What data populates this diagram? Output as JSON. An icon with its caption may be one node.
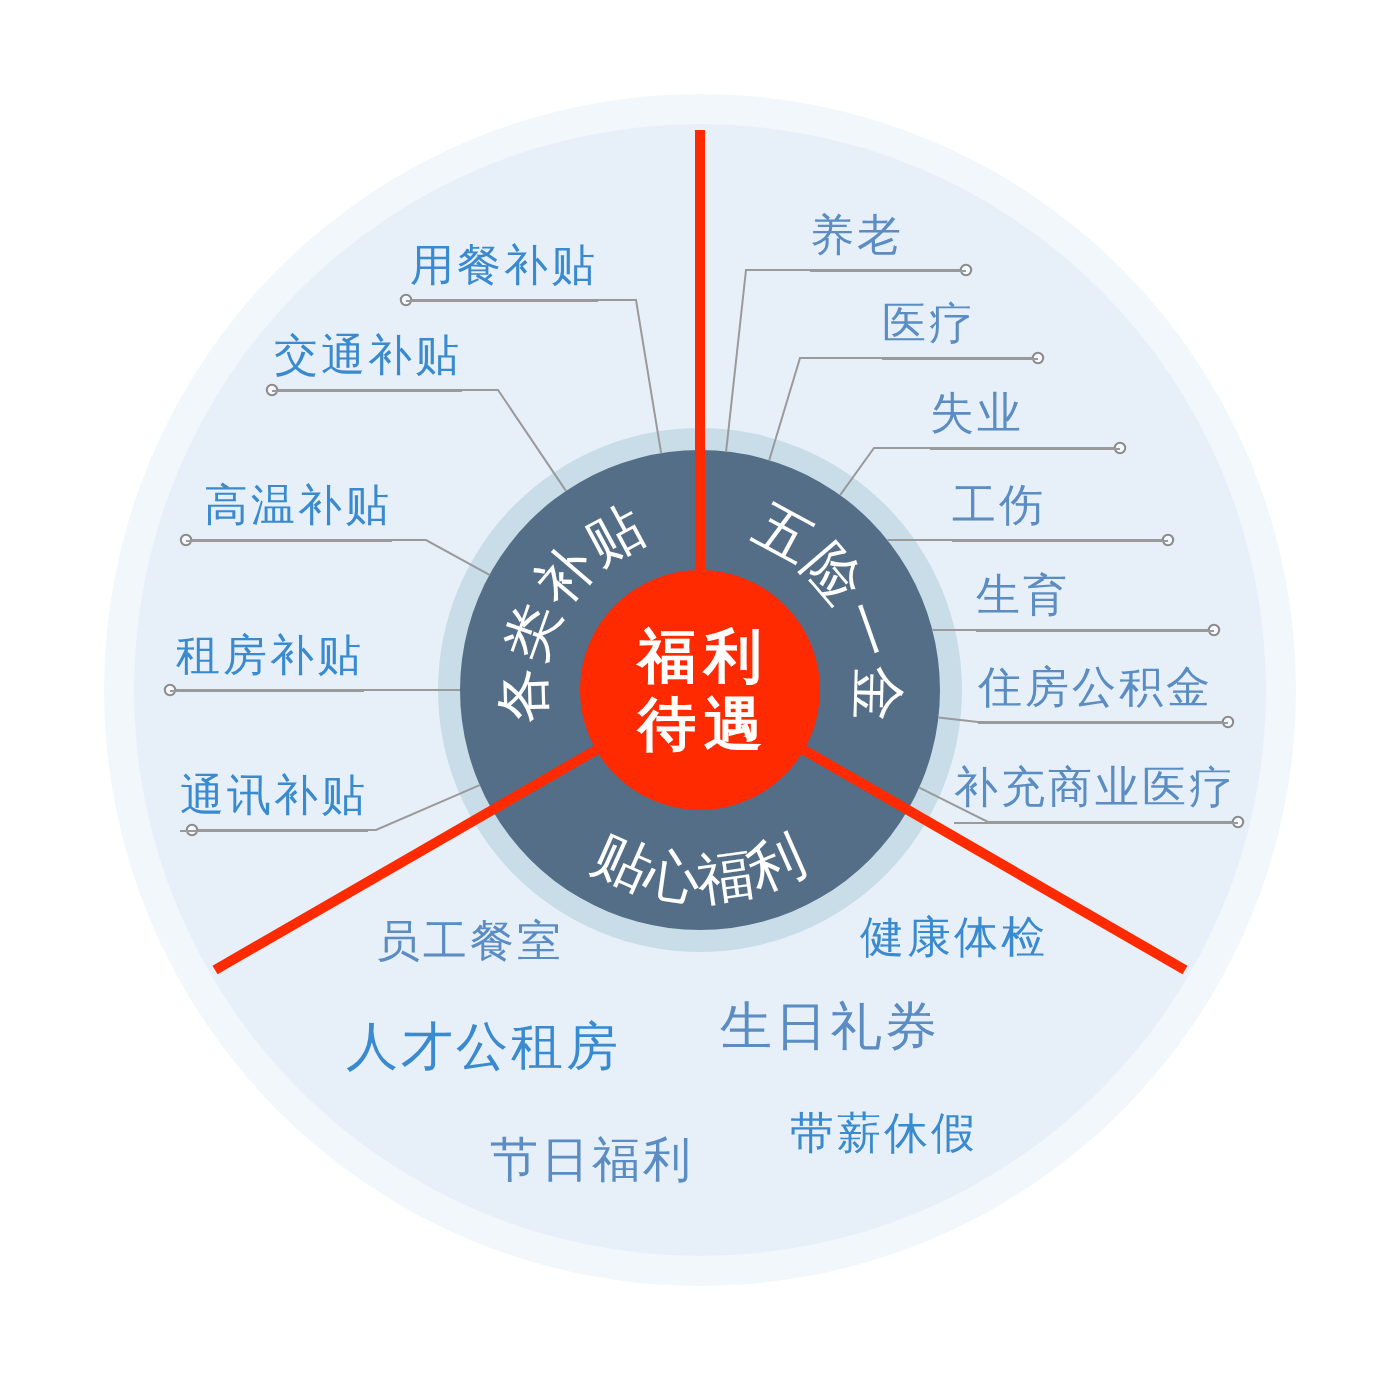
{
  "diagram": {
    "nodes": [
      {
        "text": [
          "福利待遇"
        ]
      },
      {
        "text": [
          "各类补贴"
        ]
      },
      {
        "text": [
          "五险一金"
        ]
      },
      {
        "text": [
          "贴心福利"
        ]
      },
      {
        "text": [
          "用餐补贴"
        ]
      },
      {
        "text": [
          "交通补贴"
        ]
      },
      {
        "text": [
          "高温补贴"
        ]
      },
      {
        "text": [
          "租房补贴"
        ]
      },
      {
        "text": [
          "通讯补贴"
        ]
      },
      {
        "text": [
          "养老"
        ]
      },
      {
        "text": [
          "医疗"
        ]
      },
      {
        "text": [
          "失业"
        ]
      },
      {
        "text": [
          "工伤"
        ]
      },
      {
        "text": [
          "生育"
        ]
      },
      {
        "text": [
          "住房公积金"
        ]
      },
      {
        "text": [
          "补充商业医疗"
        ]
      }
    ],
    "edges": [
      {
        "from": 4,
        "to": 1,
        "arrow": "other"
      },
      {
        "from": 5,
        "to": 1,
        "arrow": "other"
      },
      {
        "from": 6,
        "to": 1,
        "arrow": "other"
      },
      {
        "from": 7,
        "to": 1,
        "arrow": "other"
      },
      {
        "from": 8,
        "to": 1,
        "arrow": "other"
      },
      {
        "from": 9,
        "to": 2,
        "arrow": "other"
      },
      {
        "from": 10,
        "to": 2,
        "arrow": "other"
      },
      {
        "from": 11,
        "to": 2,
        "arrow": "other"
      },
      {
        "from": 12,
        "to": 2,
        "arrow": "other"
      },
      {
        "from": 13,
        "to": 2,
        "arrow": "other"
      },
      {
        "from": 14,
        "to": 2,
        "arrow": "other"
      },
      {
        "from": 15,
        "to": 2,
        "arrow": "other"
      }
    ],
    "labels": [
      "员工餐室",
      "健康体检",
      "人才公租房",
      "生日礼券",
      "节日福利",
      "带薪休假"
    ]
  }
}
